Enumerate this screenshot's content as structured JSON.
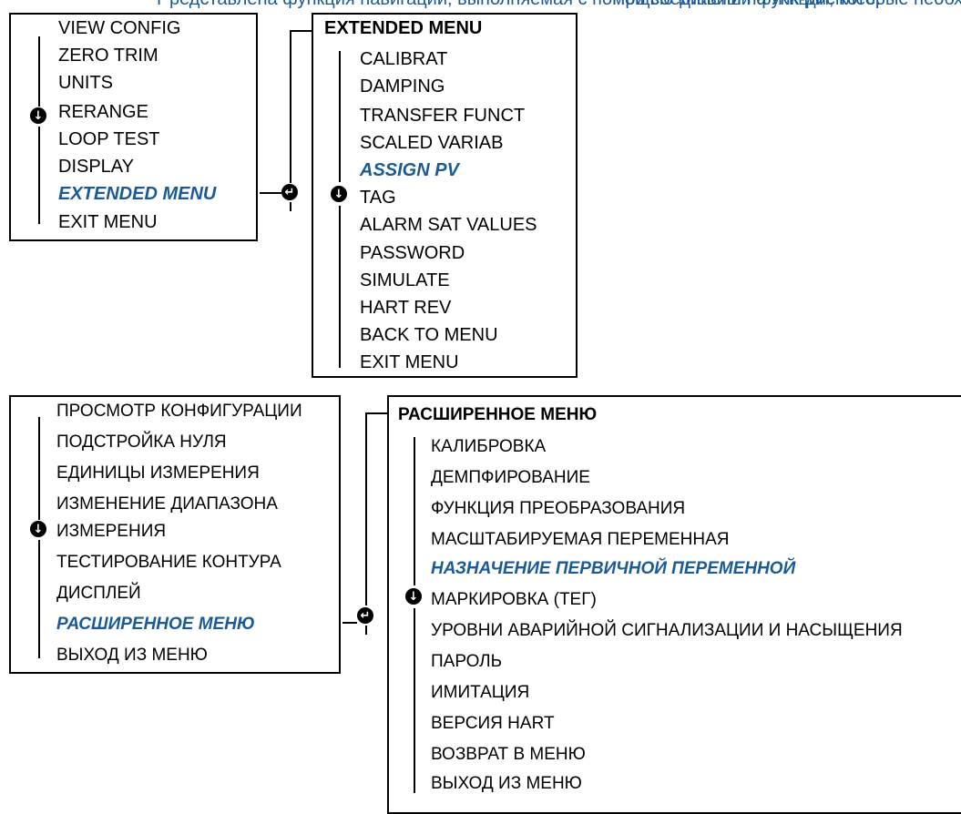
{
  "colors": {
    "highlight": "#1a5a96",
    "line": "#000000",
    "background": "#ffffff"
  },
  "icons": {
    "scroll": "arrow-down-circle-icon",
    "enter": "enter-circle-icon"
  },
  "top_fragment": {
    "a": "Р",
    "b": "редставлена функция навигации, выполняемая с помощью клавиш на ЖК-дисплее.",
    "c": "При соединении функции, которые необходимо выполнить с помощью кнопок программирования"
  },
  "en_main": {
    "items": [
      "VIEW CONFIG",
      "ZERO TRIM",
      "UNITS",
      "RERANGE",
      "LOOP TEST",
      "DISPLAY",
      "EXTENDED MENU",
      "EXIT MENU"
    ]
  },
  "en_ext": {
    "title": "EXTENDED MENU",
    "items": [
      "CALIBRAT",
      "DAMPING",
      "TRANSFER FUNCT",
      "SCALED VARIAB",
      "ASSIGN PV",
      "TAG",
      "ALARM SAT VALUES",
      "PASSWORD",
      "SIMULATE",
      "HART REV",
      "BACK TO MENU",
      "EXIT MENU"
    ]
  },
  "ru_main": {
    "items": [
      "ПРОСМОТР КОНФИГУРАЦИИ",
      "ПОДСТРОЙКА НУЛЯ",
      "ЕДИНИЦЫ ИЗМЕРЕНИЯ",
      "ИЗМЕНЕНИЕ ДИАПАЗОНА",
      "ИЗМЕРЕНИЯ",
      "ТЕСТИРОВАНИЕ КОНТУРА",
      "ДИСПЛЕЙ",
      "РАСШИРЕННОЕ МЕНЮ",
      "ВЫХОД ИЗ МЕНЮ"
    ]
  },
  "ru_ext": {
    "title": "РАСШИРЕННОЕ МЕНЮ",
    "items": [
      "КАЛИБРОВКА",
      "ДЕМПФИРОВАНИЕ",
      "ФУНКЦИЯ ПРЕОБРАЗОВАНИЯ",
      "МАСШТАБИРУЕМАЯ ПЕРЕМЕННАЯ",
      "НАЗНАЧЕНИЕ ПЕРВИЧНОЙ ПЕРЕМЕННОЙ",
      "МАРКИРОВКА (ТЕГ)",
      "УРОВНИ АВАРИЙНОЙ СИГНАЛИЗАЦИИ И НАСЫЩЕНИЯ",
      "ПАРОЛЬ",
      "ИМИТАЦИЯ",
      "ВЕРСИЯ HART",
      "ВОЗВРАТ В МЕНЮ",
      "ВЫХОД ИЗ МЕНЮ"
    ]
  }
}
